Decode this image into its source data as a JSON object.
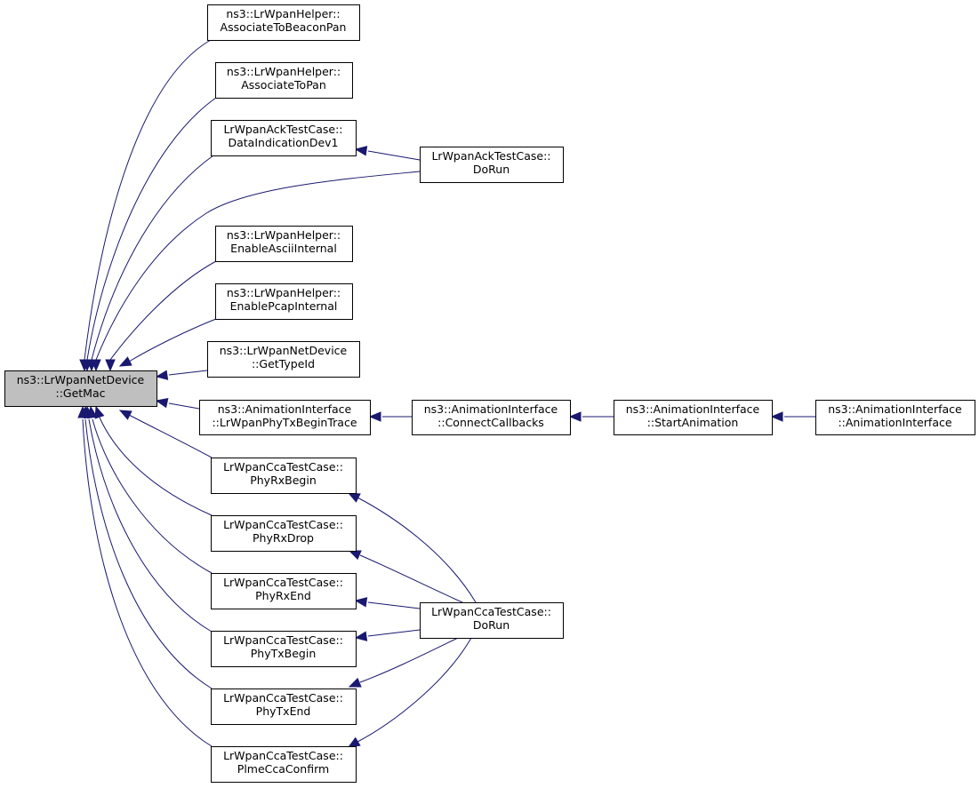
{
  "nodes": [
    {
      "id": "root",
      "lines": [
        "ns3::LrWpanNetDevice",
        "::GetMac"
      ],
      "highlight": true
    },
    {
      "id": "n1",
      "lines": [
        "ns3::LrWpanHelper::",
        "AssociateToBeaconPan"
      ]
    },
    {
      "id": "n2",
      "lines": [
        "ns3::LrWpanHelper::",
        "AssociateToPan"
      ]
    },
    {
      "id": "n3",
      "lines": [
        "LrWpanAckTestCase::",
        "DataIndicationDev1"
      ]
    },
    {
      "id": "n4",
      "lines": [
        "LrWpanAckTestCase::",
        "DoRun"
      ]
    },
    {
      "id": "n5",
      "lines": [
        "ns3::LrWpanHelper::",
        "EnableAsciiInternal"
      ]
    },
    {
      "id": "n6",
      "lines": [
        "ns3::LrWpanHelper::",
        "EnablePcapInternal"
      ]
    },
    {
      "id": "n7",
      "lines": [
        "ns3::LrWpanNetDevice",
        "::GetTypeId"
      ]
    },
    {
      "id": "n8",
      "lines": [
        "ns3::AnimationInterface",
        "::LrWpanPhyTxBeginTrace"
      ]
    },
    {
      "id": "n9",
      "lines": [
        "ns3::AnimationInterface",
        "::ConnectCallbacks"
      ]
    },
    {
      "id": "n10",
      "lines": [
        "ns3::AnimationInterface",
        "::StartAnimation"
      ]
    },
    {
      "id": "n11",
      "lines": [
        "ns3::AnimationInterface",
        "::AnimationInterface"
      ]
    },
    {
      "id": "n12",
      "lines": [
        "LrWpanCcaTestCase::",
        "PhyRxBegin"
      ]
    },
    {
      "id": "n13",
      "lines": [
        "LrWpanCcaTestCase::",
        "PhyRxDrop"
      ]
    },
    {
      "id": "n14",
      "lines": [
        "LrWpanCcaTestCase::",
        "PhyRxEnd"
      ]
    },
    {
      "id": "n15",
      "lines": [
        "LrWpanCcaTestCase::",
        "PhyTxBegin"
      ]
    },
    {
      "id": "n16",
      "lines": [
        "LrWpanCcaTestCase::",
        "PhyTxEnd"
      ]
    },
    {
      "id": "n17",
      "lines": [
        "LrWpanCcaTestCase::",
        "PlmeCcaConfirm"
      ]
    },
    {
      "id": "n18",
      "lines": [
        "LrWpanCcaTestCase::",
        "DoRun"
      ]
    }
  ],
  "edges": [
    {
      "from": "n1",
      "to": "root"
    },
    {
      "from": "n2",
      "to": "root"
    },
    {
      "from": "n3",
      "to": "root"
    },
    {
      "from": "n4",
      "to": "root"
    },
    {
      "from": "n4",
      "to": "n3"
    },
    {
      "from": "n5",
      "to": "root"
    },
    {
      "from": "n6",
      "to": "root"
    },
    {
      "from": "n7",
      "to": "root"
    },
    {
      "from": "n8",
      "to": "root"
    },
    {
      "from": "n9",
      "to": "n8"
    },
    {
      "from": "n10",
      "to": "n9"
    },
    {
      "from": "n11",
      "to": "n10"
    },
    {
      "from": "n12",
      "to": "root"
    },
    {
      "from": "n13",
      "to": "root"
    },
    {
      "from": "n14",
      "to": "root"
    },
    {
      "from": "n15",
      "to": "root"
    },
    {
      "from": "n16",
      "to": "root"
    },
    {
      "from": "n17",
      "to": "root"
    },
    {
      "from": "n18",
      "to": "n12"
    },
    {
      "from": "n18",
      "to": "n13"
    },
    {
      "from": "n18",
      "to": "n14"
    },
    {
      "from": "n18",
      "to": "n15"
    },
    {
      "from": "n18",
      "to": "n16"
    },
    {
      "from": "n18",
      "to": "n17"
    }
  ],
  "colors": {
    "edge": "#191970",
    "root_fill": "#bfbfbf",
    "node_fill": "#ffffff",
    "border": "#000000"
  }
}
